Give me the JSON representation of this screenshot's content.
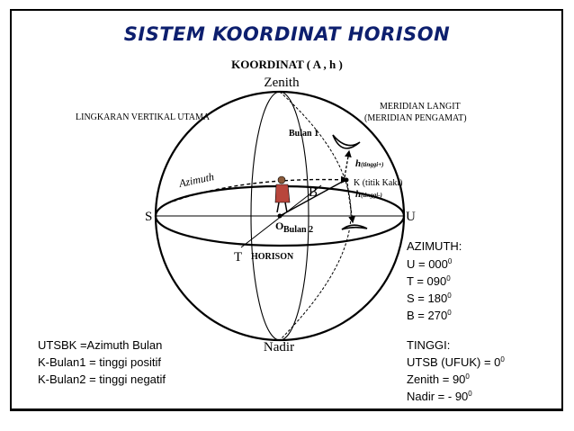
{
  "title": "SISTEM KOORDINAT HORISON",
  "subtitle": "KOORDINAT ( A , h )",
  "labels": {
    "zenith": "Zenith",
    "nadir": "Nadir",
    "lingkaran": "LINGKARAN VERTIKAL UTAMA",
    "meridian_1": "MERIDIAN LANGIT",
    "meridian_2": "(MERIDIAN PENGAMAT)",
    "bulan1": "Bulan 1",
    "bulan2": "Bulan 2",
    "h_tinggi_plus_h": "h",
    "h_tinggi_plus_sub": "(tinggi+)",
    "h_tinggi_minus_h": "h",
    "h_tinggi_minus_sub": "(tinggi-)",
    "k_titik": "K (titik Kaki)",
    "azimuth": "Azimuth",
    "S": "S",
    "U": "U",
    "T": "T",
    "B": "B",
    "O": "O",
    "horison": "HORISON"
  },
  "azimuth_block": {
    "heading": "AZIMUTH:",
    "items": [
      "U = 000",
      "T = 090",
      "S = 180",
      "B = 270"
    ],
    "sup": "0"
  },
  "tinggi_block": {
    "heading": "TINGGI:",
    "items": [
      "UTSB (UFUK) = 0",
      "Zenith = 90",
      "Nadir  = - 90"
    ],
    "sup": "0"
  },
  "legend": {
    "items": [
      "UTSBK =Azimuth Bulan",
      "K-Bulan1 = tinggi positif",
      "K-Bulan2 = tinggi negatif"
    ]
  }
}
